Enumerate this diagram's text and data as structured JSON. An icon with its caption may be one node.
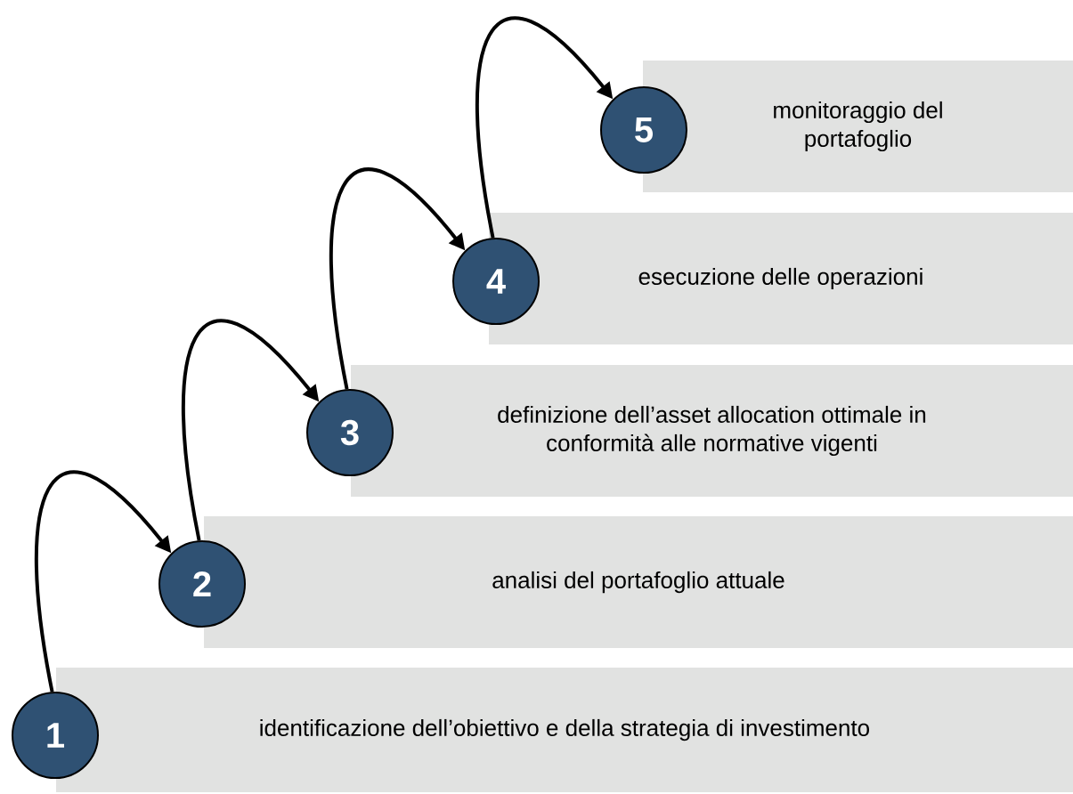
{
  "diagram": {
    "nodes": [
      {
        "text": [
          "monitoraggio del portafoglio"
        ]
      },
      {
        "text": [
          "5"
        ]
      },
      {
        "text": [
          "esecuzione delle operazioni"
        ]
      },
      {
        "text": [
          "4"
        ]
      },
      {
        "text": [
          "definizione dell’asset allocation ottimale in conformità alle normative vigenti"
        ]
      },
      {
        "text": [
          "3"
        ]
      },
      {
        "text": [
          "analisi del portafoglio attuale"
        ]
      },
      {
        "text": [
          "2"
        ]
      },
      {
        "text": [
          "identificazione dell’obiettivo e della strategia di investimento"
        ]
      },
      {
        "text": [
          "1"
        ]
      }
    ],
    "edges": [
      {
        "from": 9,
        "to": 7,
        "arrow": "to"
      },
      {
        "from": 7,
        "to": 5,
        "arrow": "to"
      },
      {
        "from": 5,
        "to": 3,
        "arrow": "to"
      },
      {
        "from": 3,
        "to": 1,
        "arrow": "to"
      }
    ]
  }
}
